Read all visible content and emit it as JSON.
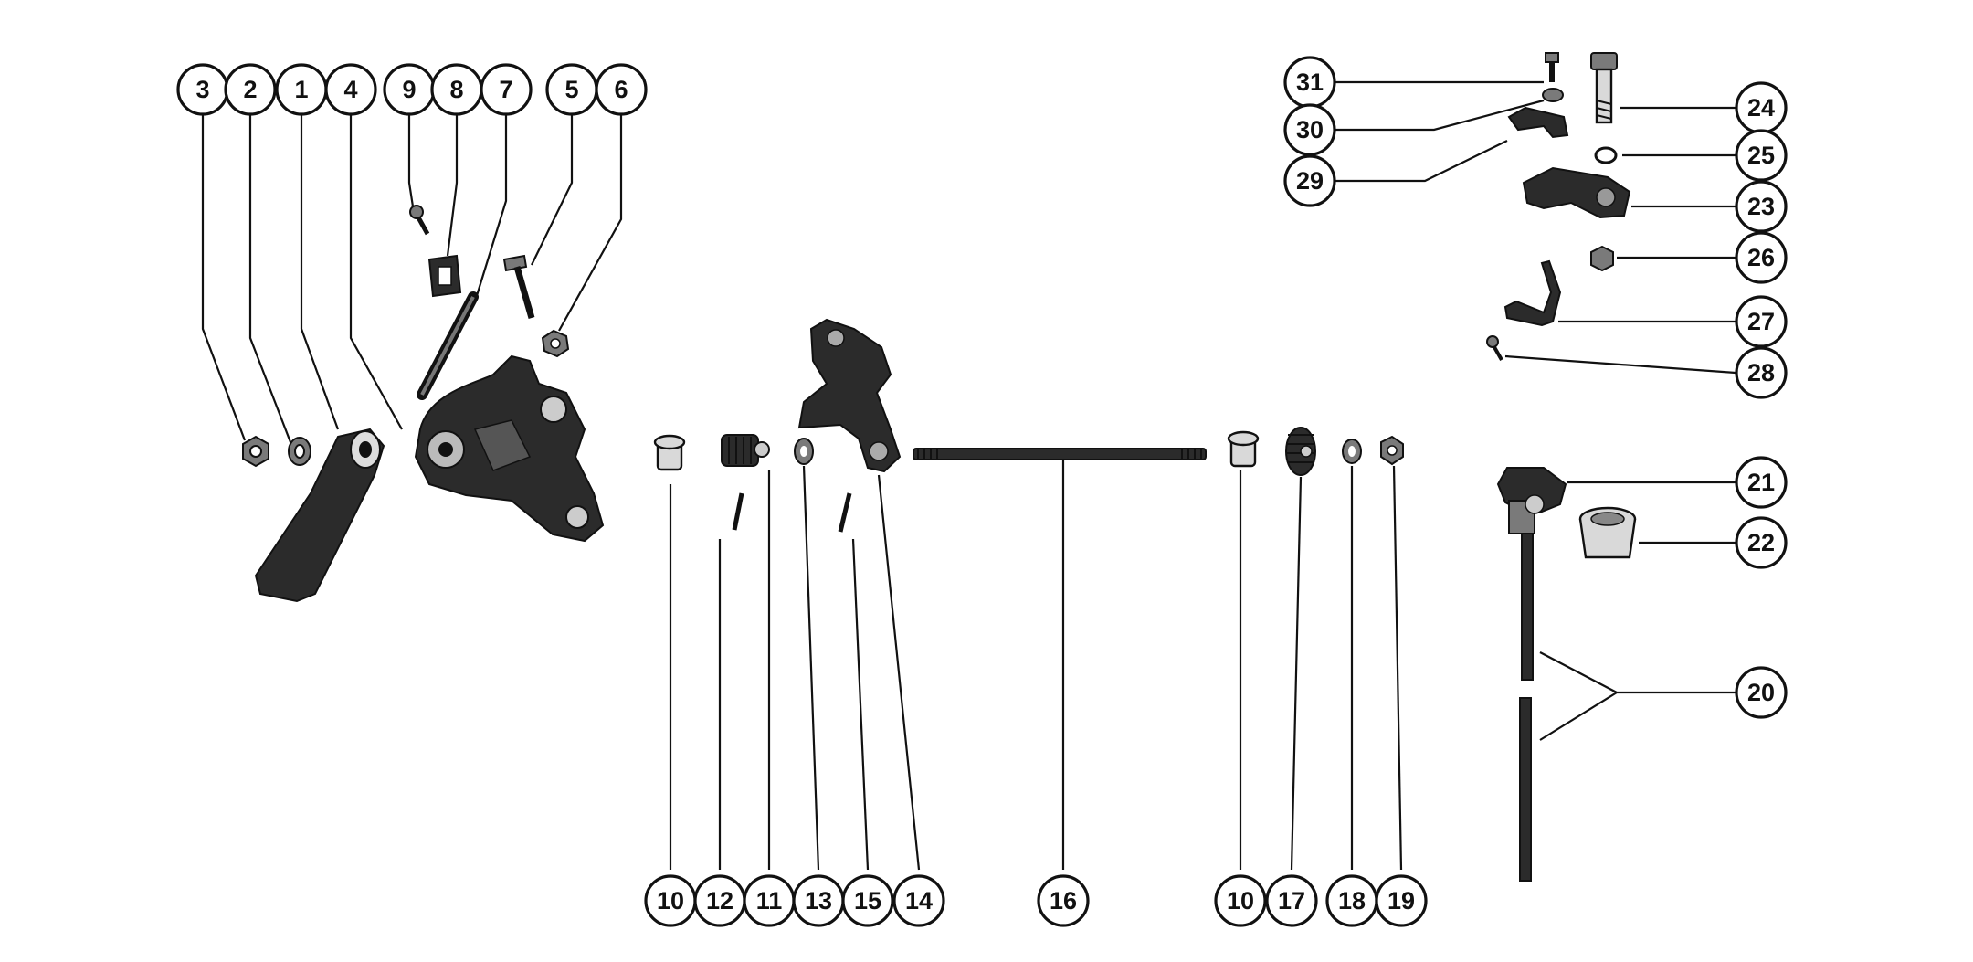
{
  "diagram": {
    "callouts": [
      {
        "id": "c3",
        "label": "3"
      },
      {
        "id": "c2",
        "label": "2"
      },
      {
        "id": "c1",
        "label": "1"
      },
      {
        "id": "c4",
        "label": "4"
      },
      {
        "id": "c9",
        "label": "9"
      },
      {
        "id": "c8",
        "label": "8"
      },
      {
        "id": "c7",
        "label": "7"
      },
      {
        "id": "c5",
        "label": "5"
      },
      {
        "id": "c6",
        "label": "6"
      },
      {
        "id": "c10a",
        "label": "10"
      },
      {
        "id": "c12",
        "label": "12"
      },
      {
        "id": "c11",
        "label": "11"
      },
      {
        "id": "c13",
        "label": "13"
      },
      {
        "id": "c15",
        "label": "15"
      },
      {
        "id": "c14",
        "label": "14"
      },
      {
        "id": "c16",
        "label": "16"
      },
      {
        "id": "c10b",
        "label": "10"
      },
      {
        "id": "c17",
        "label": "17"
      },
      {
        "id": "c18",
        "label": "18"
      },
      {
        "id": "c19",
        "label": "19"
      },
      {
        "id": "c31",
        "label": "31"
      },
      {
        "id": "c30",
        "label": "30"
      },
      {
        "id": "c29",
        "label": "29"
      },
      {
        "id": "c24",
        "label": "24"
      },
      {
        "id": "c25",
        "label": "25"
      },
      {
        "id": "c23",
        "label": "23"
      },
      {
        "id": "c26",
        "label": "26"
      },
      {
        "id": "c27",
        "label": "27"
      },
      {
        "id": "c28",
        "label": "28"
      },
      {
        "id": "c21",
        "label": "21"
      },
      {
        "id": "c22",
        "label": "22"
      },
      {
        "id": "c20",
        "label": "20"
      }
    ]
  }
}
